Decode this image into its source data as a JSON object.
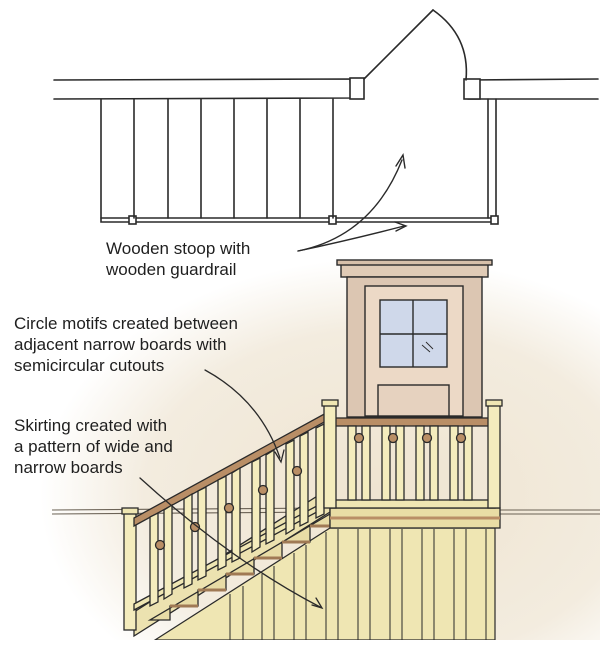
{
  "callouts": {
    "stoop": [
      "Wooden stoop with",
      "wooden guardrail"
    ],
    "circle_motifs": [
      "Circle motifs created between",
      "adjacent narrow boards with",
      "semicircular cutouts"
    ],
    "skirting": [
      "Skirting created with",
      "a pattern of wide and",
      "narrow boards"
    ]
  },
  "colors": {
    "line": "#2a2a2a",
    "wall": "#f0e6d4",
    "wood_light": "#f4ecbd",
    "wood_mid": "#e8dca6",
    "door": "#ecd9c6",
    "door_trim": "#dcc6b2",
    "window": "#cfd8ea",
    "stair_tread": "#b98e66"
  }
}
